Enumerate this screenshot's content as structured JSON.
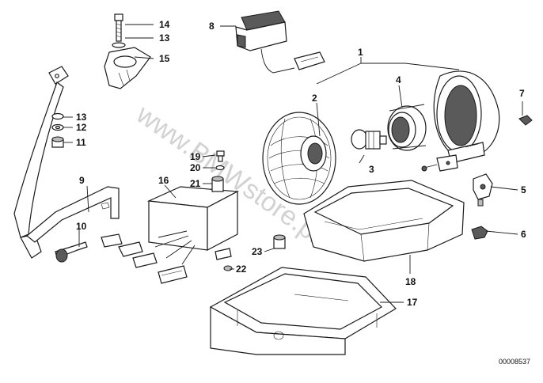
{
  "diagram": {
    "reference_code": "00008537",
    "watermark": "www.BMWstore.pl",
    "callouts": {
      "c1": "1",
      "c2": "2",
      "c3": "3",
      "c4": "4",
      "c5": "5",
      "c6": "6",
      "c7": "7",
      "c8": "8",
      "c9": "9",
      "c10": "10",
      "c11": "11",
      "c12": "12",
      "c13a": "13",
      "c13b": "13",
      "c14": "14",
      "c15": "15",
      "c16": "16",
      "c17": "17",
      "c18": "18",
      "c19": "19",
      "c20": "20",
      "c21": "21",
      "c22": "22",
      "c23": "23"
    }
  }
}
